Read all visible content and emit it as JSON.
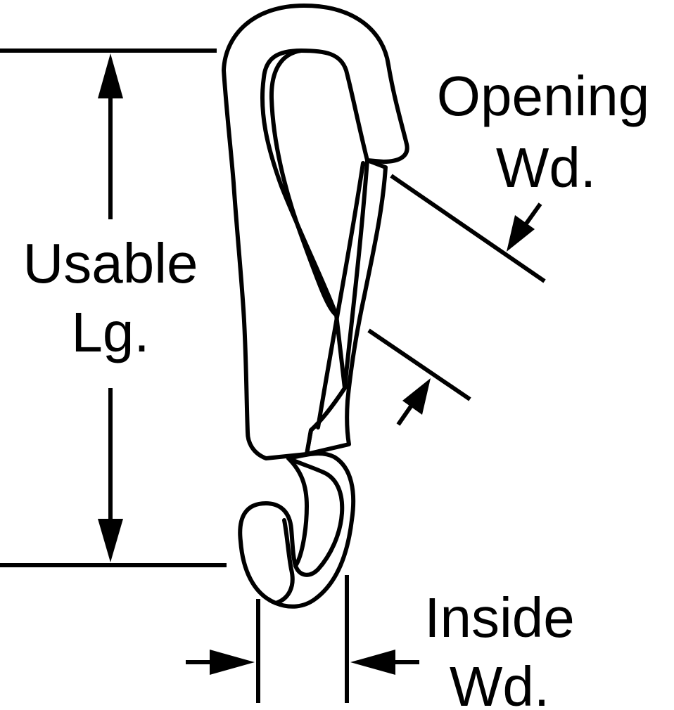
{
  "labels": {
    "usable_length": [
      "Usable",
      "Lg."
    ],
    "opening_width": [
      "Opening",
      "Wd."
    ],
    "inside_width": [
      "Inside",
      "Wd."
    ]
  },
  "colors": {
    "ink": "#000000",
    "background": "#ffffff"
  }
}
